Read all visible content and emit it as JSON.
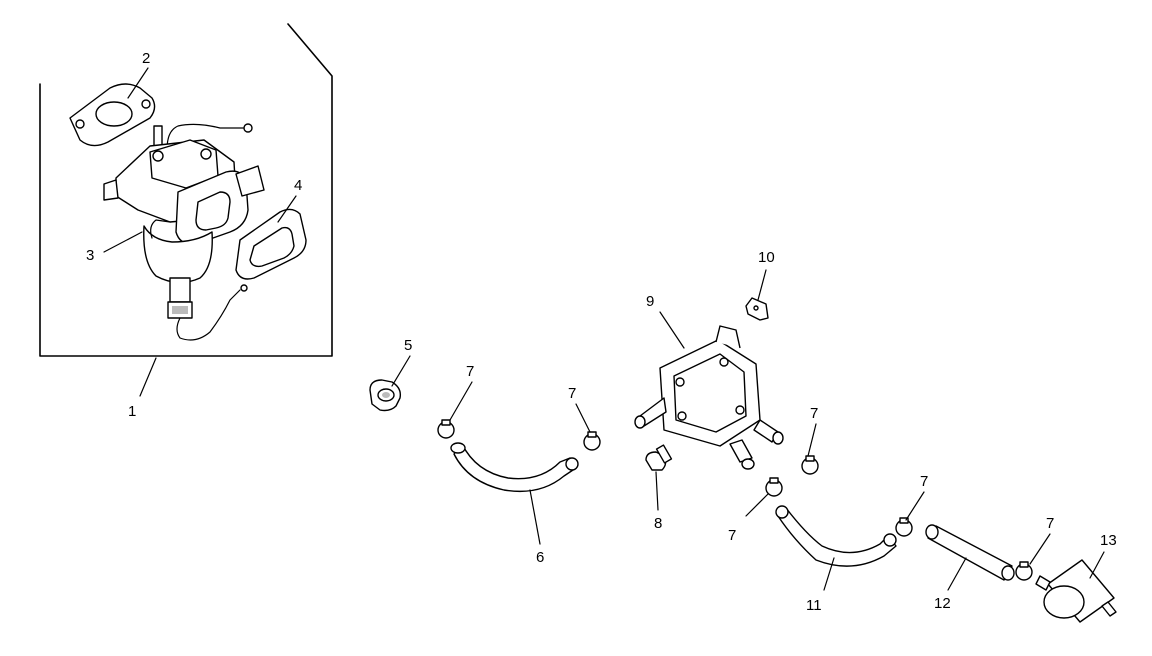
{
  "callouts": {
    "c1": "1",
    "c2": "2",
    "c3": "3",
    "c4": "4",
    "c5": "5",
    "c6": "6",
    "c7": "7",
    "c8": "8",
    "c9": "9",
    "c10": "10",
    "c11": "11",
    "c12": "12",
    "c13": "13"
  },
  "colors": {
    "ink": "#000000",
    "background": "#ffffff",
    "shade": "#bbbbbb"
  }
}
